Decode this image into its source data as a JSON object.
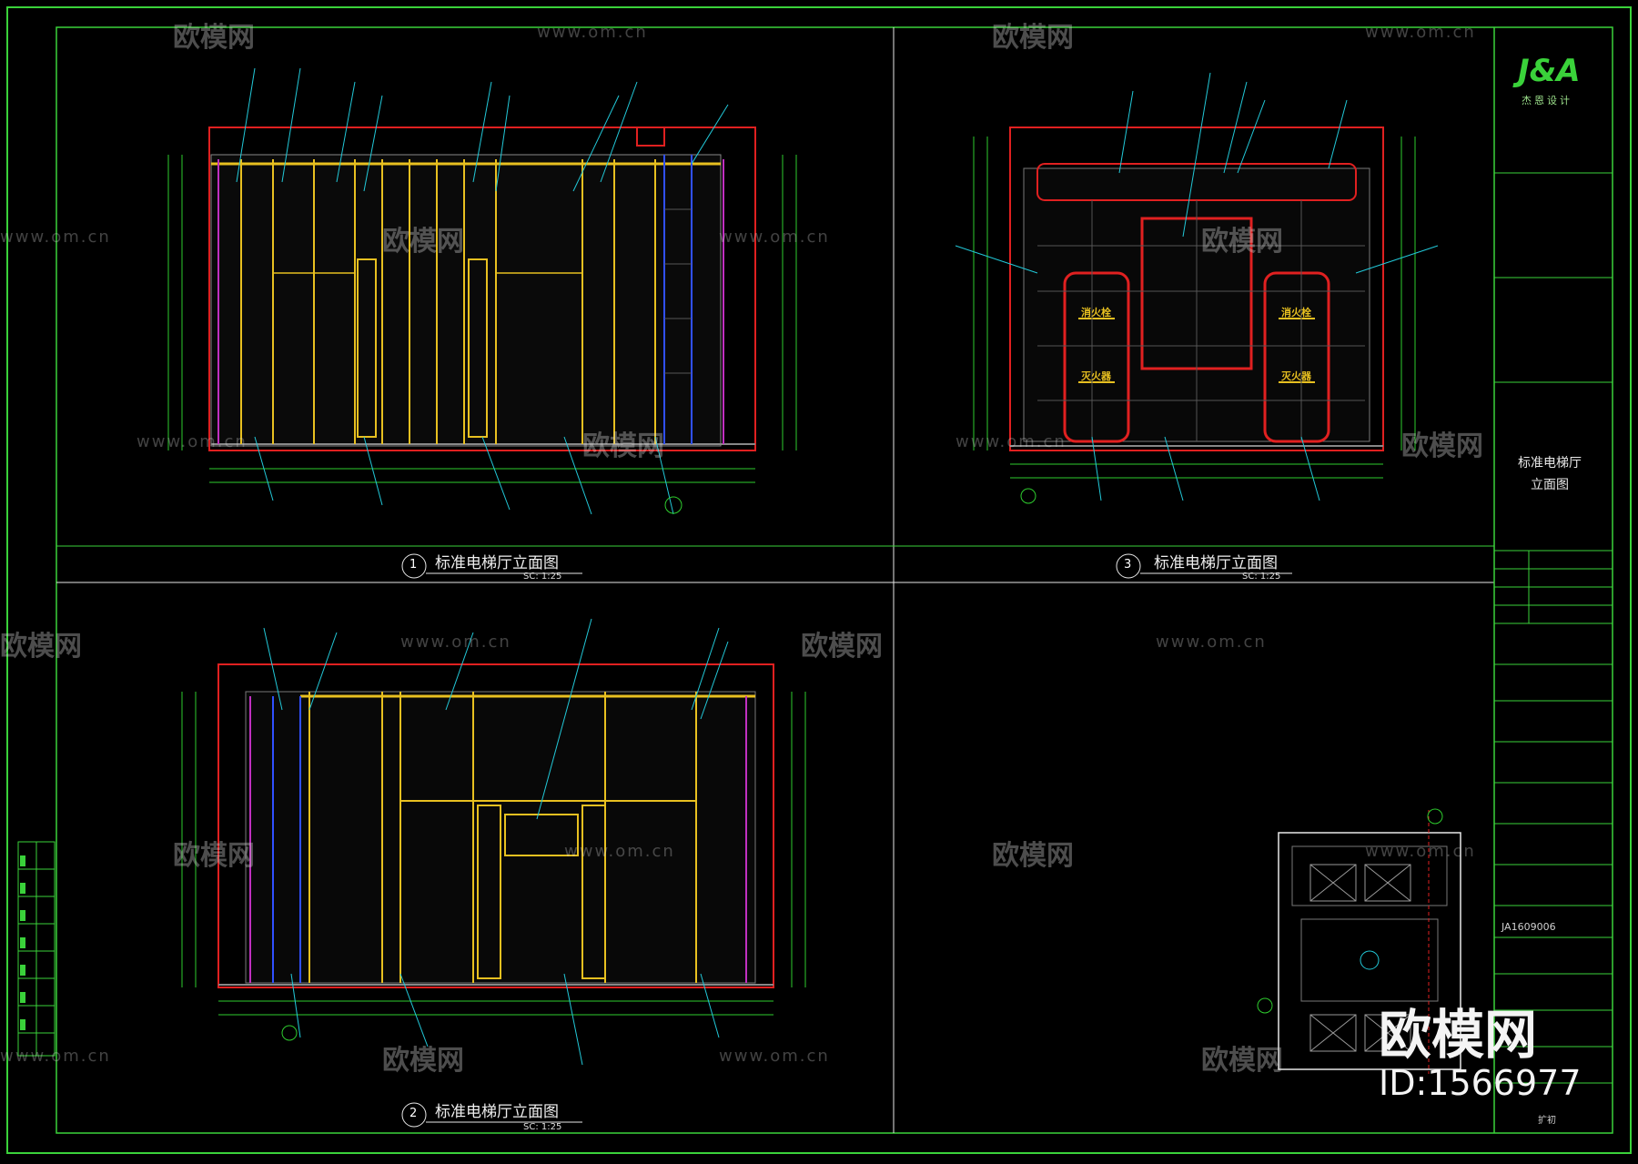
{
  "drawings": [
    {
      "number": "1",
      "title": "标准电梯厅立面图",
      "scale": "SC: 1:25"
    },
    {
      "number": "3",
      "title": "标准电梯厅立面图",
      "scale": "SC: 1:25"
    },
    {
      "number": "2",
      "title": "标准电梯厅立面图",
      "scale": "SC: 1:25"
    }
  ],
  "title_block": {
    "logo": "J&A",
    "logo_sub": "杰恩设计",
    "drawing_name_line1": "标准电梯厅",
    "drawing_name_line2": "立面图",
    "project_code": "JA1609006",
    "stage": "扩初"
  },
  "watermark": {
    "brand": "欧模网",
    "url": "www.om.cn",
    "id": "ID:1566977"
  },
  "sign_labels": [
    "消火栓",
    "灭火器"
  ],
  "colors": {
    "frame": "#3ad23a",
    "red": "#e02020",
    "yellow": "#e8c020",
    "cyan": "#22c8d8",
    "magenta": "#c030c0",
    "blue": "#3050ff",
    "dim": "#2ecc2e"
  }
}
